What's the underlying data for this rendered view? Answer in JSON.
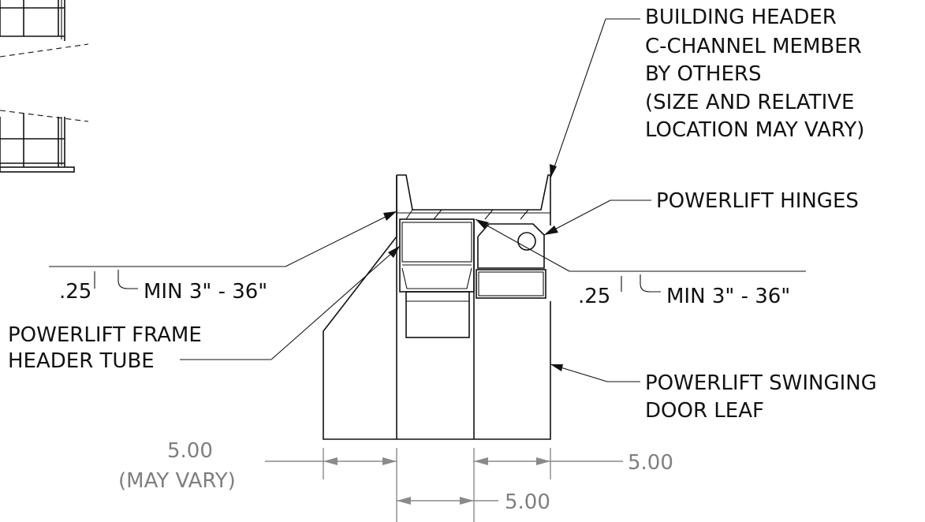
{
  "callouts": {
    "building_header": [
      "BUILDING HEADER",
      "C-CHANNEL MEMBER",
      "BY OTHERS",
      "(SIZE AND RELATIVE",
      "LOCATION MAY VARY)"
    ],
    "hinges": "POWERLIFT HINGES",
    "frame_header_tube": [
      "POWERLIFT FRAME",
      "HEADER TUBE"
    ],
    "swinging_door": [
      "POWERLIFT SWINGING",
      "DOOR LEAF"
    ]
  },
  "weld_notes": {
    "left_size": ".25",
    "left_length": "MIN 3\" - 36\"",
    "right_size": ".25",
    "right_length": "MIN 3\" - 36\""
  },
  "dimensions": {
    "left_value": "5.00",
    "left_note": "(MAY VARY)",
    "right_value": "5.00",
    "bottom_value": "5.00"
  },
  "colors": {
    "linework": "#111111",
    "dimension": "#8a8a8a"
  }
}
